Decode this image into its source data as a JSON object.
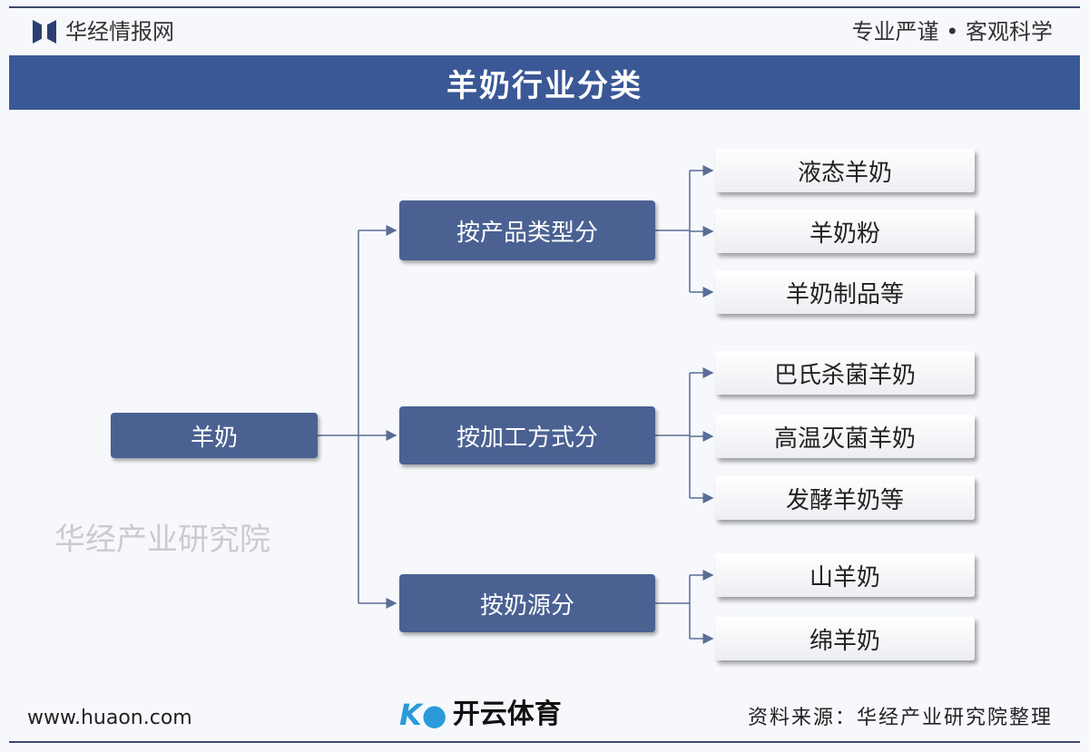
{
  "header": {
    "brand": "华经情报网",
    "slogan": "专业严谨 • 客观科学",
    "title": "羊奶行业分类"
  },
  "tree": {
    "root": "羊奶",
    "groups": [
      {
        "label": "按产品类型分",
        "items": [
          "液态羊奶",
          "羊奶粉",
          "羊奶制品等"
        ]
      },
      {
        "label": "按加工方式分",
        "items": [
          "巴氏杀菌羊奶",
          "高温灭菌羊奶",
          "发酵羊奶等"
        ]
      },
      {
        "label": "按奶源分",
        "items": [
          "山羊奶",
          "绵羊奶"
        ]
      }
    ]
  },
  "footer": {
    "website": "www.huaon.com",
    "source": "资料来源：华经产业研究院整理"
  },
  "watermark": {
    "text": "华经产业研究院",
    "overlay_logo": "开云体育"
  },
  "colors": {
    "primary": "#3b5896",
    "box": "#4a6192",
    "line": "#5a6d96"
  }
}
